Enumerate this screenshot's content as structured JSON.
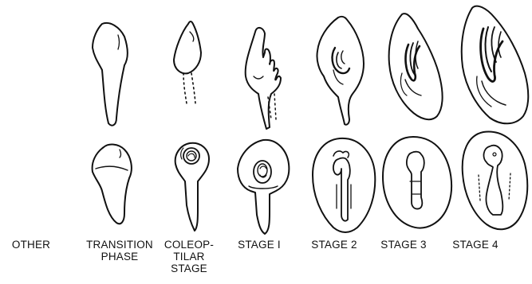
{
  "stages": [
    {
      "id": "other",
      "lines": [
        "OTHER"
      ]
    },
    {
      "id": "transition",
      "lines": [
        "TRANSITION",
        "PHASE"
      ]
    },
    {
      "id": "coleoptilar",
      "lines": [
        "COLEOP-",
        "TILAR",
        "STAGE"
      ]
    },
    {
      "id": "stage1",
      "lines": [
        "STAGE I"
      ]
    },
    {
      "id": "stage2",
      "lines": [
        "STAGE 2"
      ]
    },
    {
      "id": "stage3",
      "lines": [
        "STAGE 3"
      ]
    },
    {
      "id": "stage4",
      "lines": [
        "STAGE 4"
      ]
    }
  ],
  "colors": {
    "ink": "#111111",
    "paper": "#ffffff"
  }
}
